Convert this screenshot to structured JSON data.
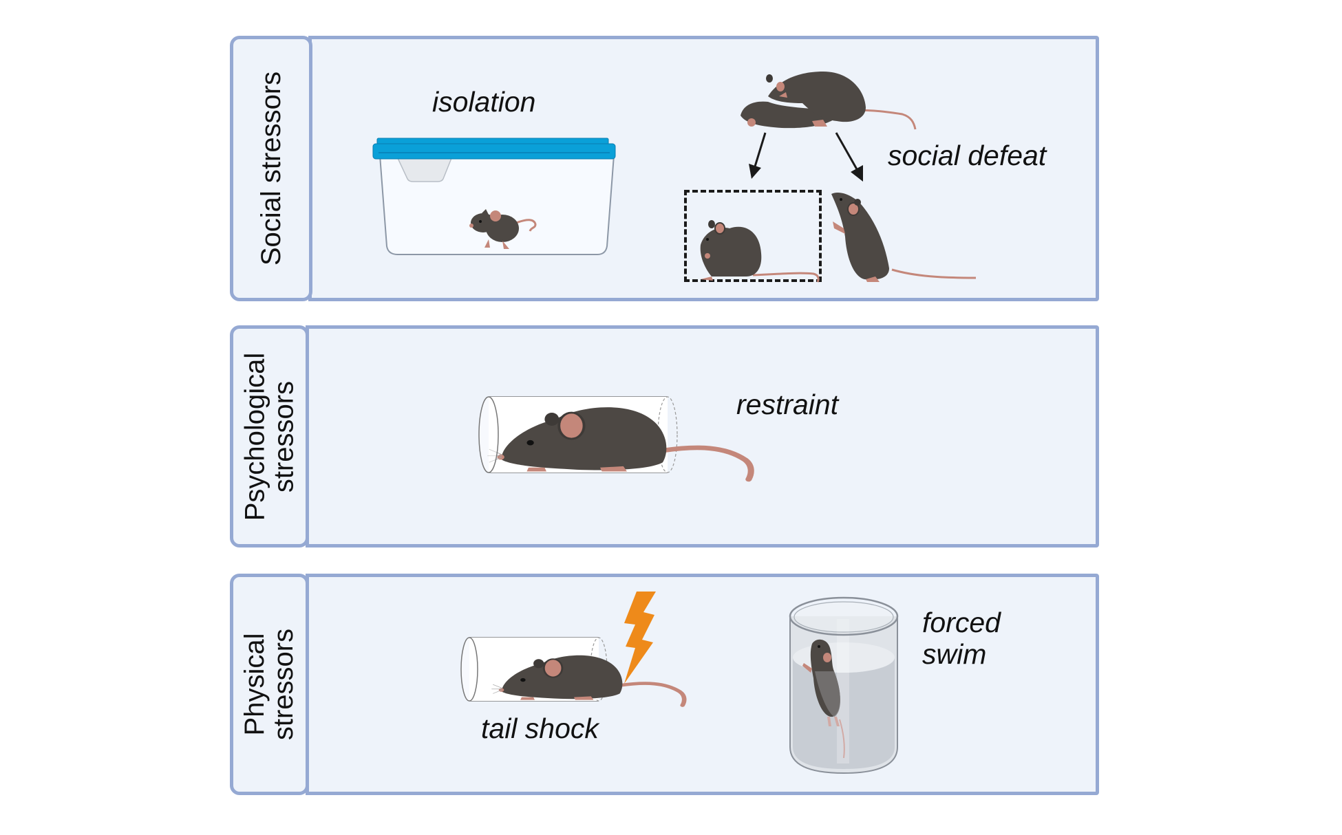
{
  "colors": {
    "panel_fill": "#eef3fa",
    "panel_border": "#95a9d3",
    "mouse_fur": "#4d4844",
    "mouse_skin": "#c4877a",
    "cage_lid": "#0aa0d8",
    "lightning": "#ee8a1a",
    "text": "#111111"
  },
  "panels": [
    {
      "category": "Social stressors",
      "items": [
        {
          "label": "isolation",
          "icon": "mouse-in-cage"
        },
        {
          "label": "social defeat",
          "icon": "mice-fighting"
        }
      ]
    },
    {
      "category_lines": [
        "Psychological",
        "stressors"
      ],
      "items": [
        {
          "label": "restraint",
          "icon": "mouse-in-restraint-tube"
        }
      ]
    },
    {
      "category_lines": [
        "Physical",
        "stressors"
      ],
      "items": [
        {
          "label": "tail shock",
          "icon": "lightning-bolt"
        },
        {
          "label_lines": [
            "forced",
            "swim"
          ],
          "icon": "mouse-in-water-beaker"
        }
      ]
    }
  ]
}
